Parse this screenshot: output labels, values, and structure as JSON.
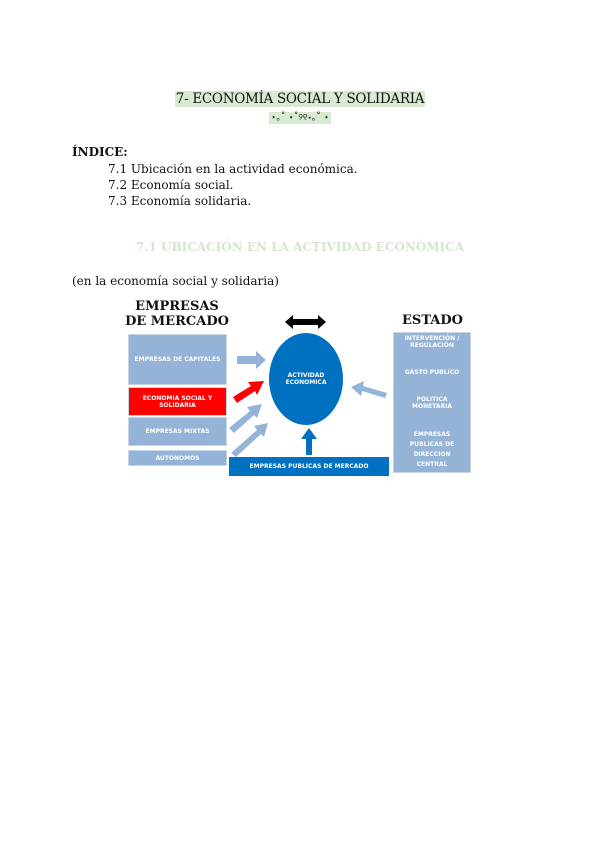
{
  "title": "7- ECONOMÍA SOCIAL Y SOLIDARIA",
  "decoration": "⋆｡˚ ⋆˚୨୧⋆｡˚ ⋆",
  "index": {
    "heading": "ÍNDICE:",
    "items": [
      "7.1 Ubicación en la actividad económica.",
      "7.2 Economía social.",
      "7.3 Economía solidaria."
    ]
  },
  "section_heading": "7.1 UBICACIÓN EN LA ACTIVIDAD ECONÓMICA",
  "note": "(en la economía social y solidaria)",
  "diagram": {
    "left_title_1": "EMPRESAS",
    "left_title_2": "DE MERCADO",
    "left_boxes": [
      "EMPRESAS DE CAPITALES",
      "ECONOMIA SOCIAL Y SOLIDARIA",
      "EMPRESAS MIXTAS",
      "AUTONOMOS"
    ],
    "center": "ACTIVIDAD ECONOMICA",
    "bottom_box": "EMPRESAS PUBLICAS DE MERCADO",
    "right_title": "ESTADO",
    "right_items": [
      "INTERVENCIÓN / REGULACIÓN",
      "GASTO PUBLICO",
      "POLITICA MONETARIA",
      "EMPRESAS PUBLICAS DE DIRECCION CENTRAL"
    ],
    "colors": {
      "light_blue": "#95b3d7",
      "blue": "#0070c0",
      "red": "#ff0000",
      "highlight": "#d9ead3"
    }
  }
}
